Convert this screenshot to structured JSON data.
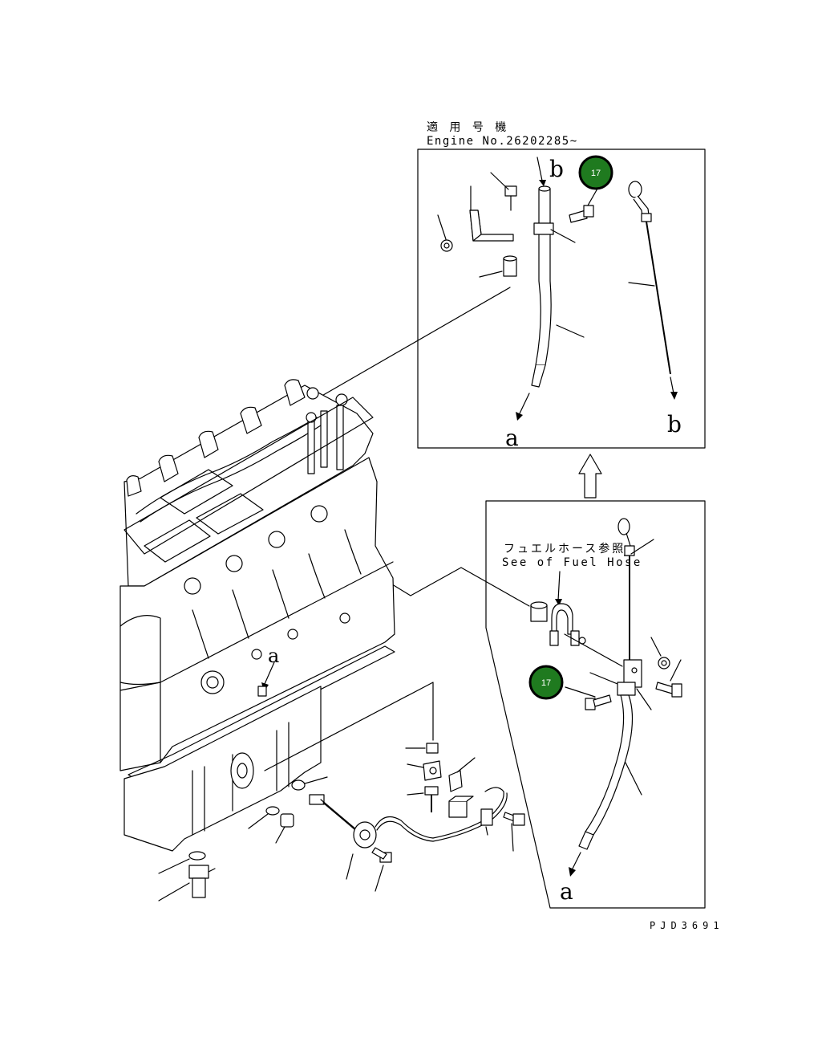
{
  "upper_panel": {
    "caption_jp": "適 用 号 機",
    "caption_en": "Engine No.26202285~",
    "label_a": "a",
    "label_b_top": "b",
    "label_b_bottom": "b",
    "badge": "17"
  },
  "lower_panel": {
    "caption_jp": "フュエルホース参照",
    "caption_en": "See of Fuel Hose",
    "label_a": "a",
    "badge": "17"
  },
  "engine": {
    "label_a": "a"
  },
  "drawing_code": "PJD3691",
  "colors": {
    "badge": "#1f7a1f",
    "ink": "#000000",
    "paper": "#ffffff"
  }
}
